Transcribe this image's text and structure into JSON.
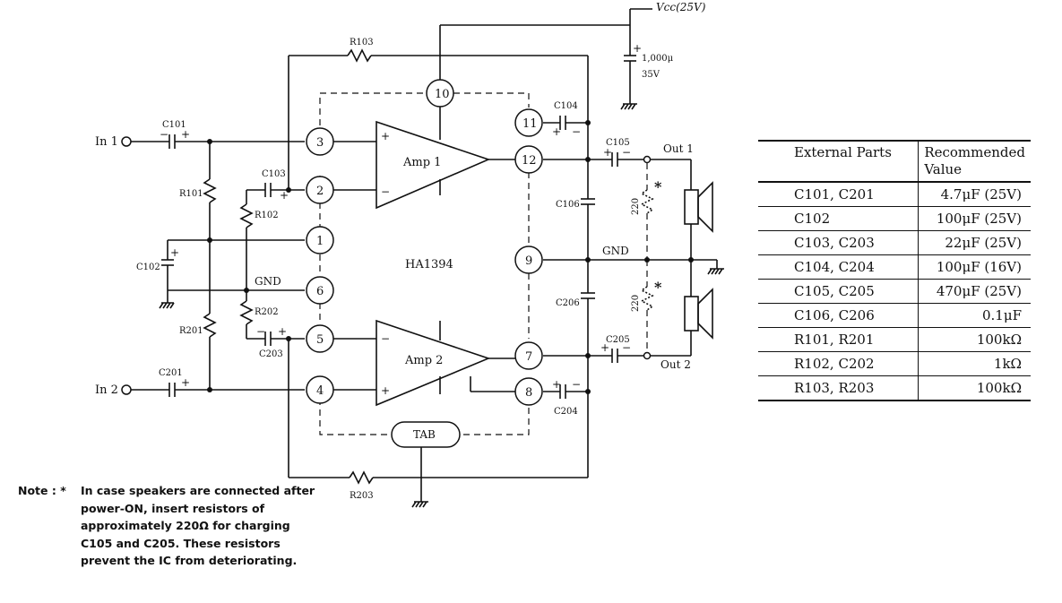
{
  "diagram": {
    "supply_label": "Vcc(25V)",
    "supply_cap_value": "1,000μ",
    "supply_cap_voltage": "35V",
    "ic_name": "HA1394",
    "amp1_label": "Amp 1",
    "amp2_label": "Amp 2",
    "tab_label": "TAB",
    "gnd_label_left": "GND",
    "gnd_label_right": "GND",
    "in1_label": "In 1",
    "in2_label": "In 2",
    "out1_label": "Out 1",
    "out2_label": "Out 2",
    "resistor_220_top": "220",
    "resistor_220_bottom": "220",
    "asterisk": "*",
    "pins": [
      "1",
      "2",
      "3",
      "4",
      "5",
      "6",
      "7",
      "8",
      "9",
      "10",
      "11",
      "12"
    ],
    "parts": {
      "c101": "C101",
      "c201": "C201",
      "c102": "C102",
      "c103": "C103",
      "c203": "C203",
      "c104": "C104",
      "c204": "C204",
      "c105": "C105",
      "c205": "C205",
      "c106": "C106",
      "c206": "C206",
      "r101": "R101",
      "r201": "R201",
      "r102": "R102",
      "r202": "R202",
      "r103": "R103",
      "r203": "R203"
    }
  },
  "table": {
    "header_parts": "External Parts",
    "header_value": "Recommended Value",
    "rows": [
      {
        "parts": "C101, C201",
        "value": "4.7μF (25V)"
      },
      {
        "parts": "C102",
        "value": "100μF (25V)"
      },
      {
        "parts": "C103, C203",
        "value": "22μF (25V)"
      },
      {
        "parts": "C104, C204",
        "value": "100μF (16V)"
      },
      {
        "parts": "C105, C205",
        "value": "470μF (25V)"
      },
      {
        "parts": "C106, C206",
        "value": "0.1μF"
      },
      {
        "parts": "R101, R201",
        "value": "100kΩ"
      },
      {
        "parts": "R102, C202",
        "value": "1kΩ"
      },
      {
        "parts": "R103, R203",
        "value": "100kΩ"
      }
    ]
  },
  "note": {
    "prefix": "Note : *",
    "text": "In case speakers are connected after power-ON, insert resistors of approximately 220Ω for charging C105 and C205. These resistors prevent the IC from deteriorating."
  }
}
